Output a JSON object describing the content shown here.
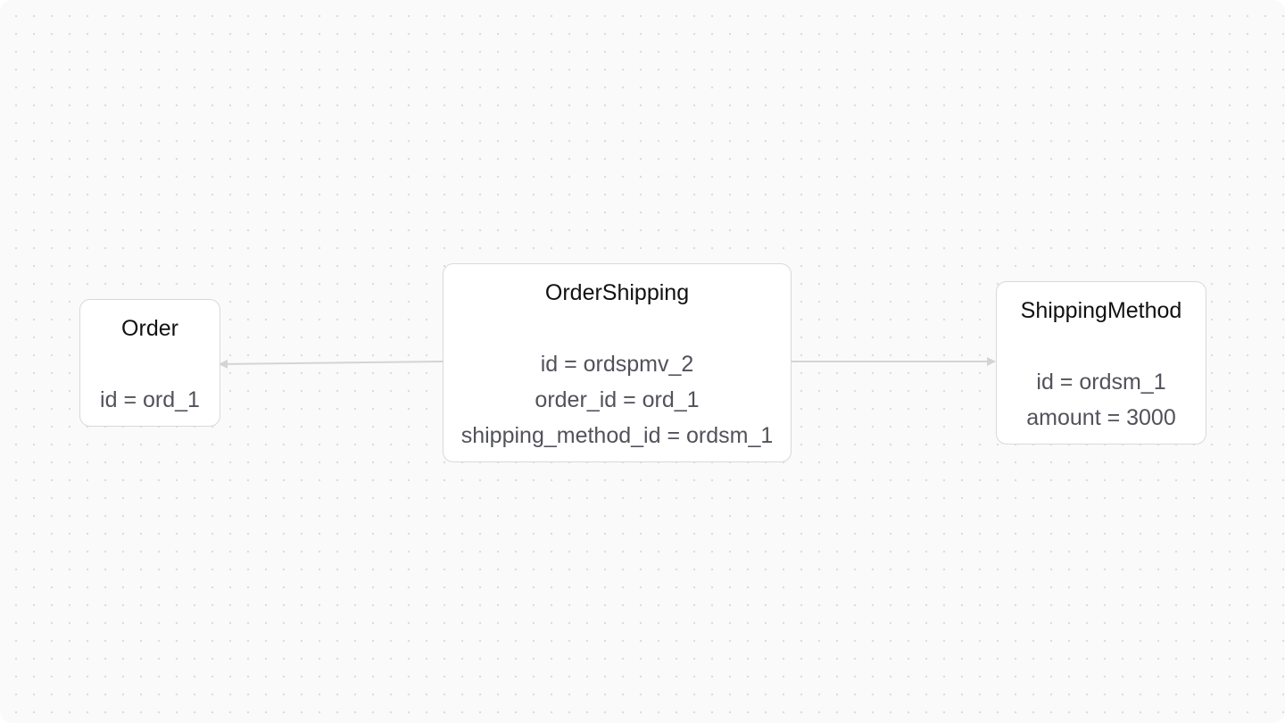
{
  "diagram": {
    "nodes": {
      "order": {
        "title": "Order",
        "fields": [
          "id = ord_1"
        ]
      },
      "order_shipping": {
        "title": "OrderShipping",
        "fields": [
          "id = ordspmv_2",
          "order_id = ord_1",
          "shipping_method_id = ordsm_1"
        ]
      },
      "shipping_method": {
        "title": "ShippingMethod",
        "fields": [
          "id = ordsm_1",
          "amount = 3000"
        ]
      }
    },
    "edges": [
      {
        "from": "OrderShipping",
        "to": "Order"
      },
      {
        "from": "OrderShipping",
        "to": "ShippingMethod"
      }
    ],
    "colors": {
      "background": "#fafafa",
      "grid_dot": "#dcdcdc",
      "node_border": "#d9d9d9",
      "edge": "#d4d4d4",
      "title_text": "#111111",
      "field_text": "#52525b"
    }
  }
}
